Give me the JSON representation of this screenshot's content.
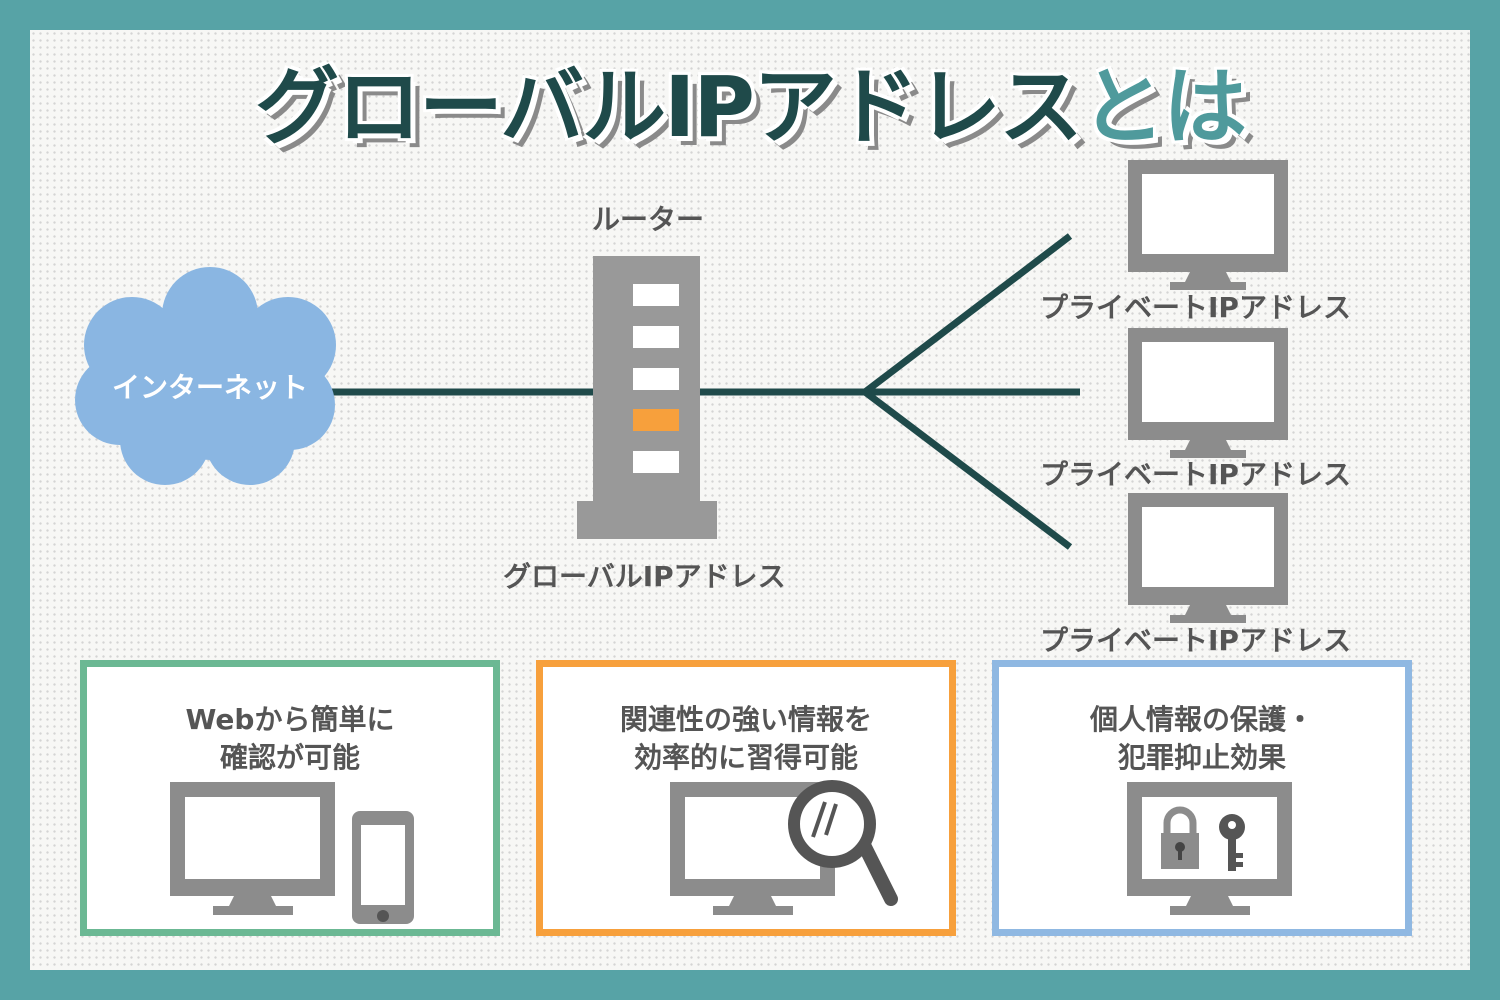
{
  "title": {
    "main": "グローバルIPアドレス",
    "accent": "とは"
  },
  "diagram": {
    "internet_label": "インターネット",
    "router_label": "ルーター",
    "global_ip_label": "グローバルIPアドレス",
    "private_ip_labels": [
      "プライベートIPアドレス",
      "プライベートIPアドレス",
      "プライベートIPアドレス"
    ]
  },
  "cards": [
    {
      "line1": "Webから簡単に",
      "line2": "確認が可能",
      "border_color": "#6bb893"
    },
    {
      "line1": "関連性の強い情報を",
      "line2": "効率的に習得可能",
      "border_color": "#f7a03c"
    },
    {
      "line1": "個人情報の保護・",
      "line2": "犯罪抑止効果",
      "border_color": "#8fb8e2"
    }
  ],
  "colors": {
    "frame": "#57a3a6",
    "title_dark": "#1f4a4a",
    "title_accent": "#4f9a9c",
    "line": "#1f4a4a",
    "cloud": "#8ab6e2",
    "device_gray": "#8c8c8c",
    "router_indicator": "#f7a03c"
  }
}
